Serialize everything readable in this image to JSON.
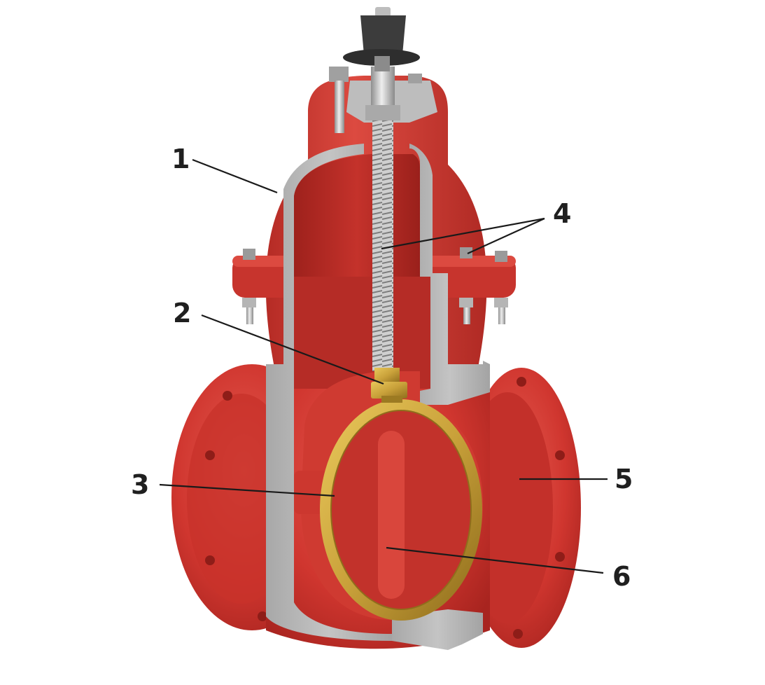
{
  "diagram": {
    "subject": "gate-valve-cutaway",
    "colors": {
      "body_red": "#d0362f",
      "body_red_dark": "#a8241f",
      "body_red_light": "#e0544a",
      "cut_gray": "#b9b9b9",
      "cut_gray_dark": "#9a9a9a",
      "stem_steel": "#c8c8c8",
      "brass": "#c9a13a",
      "brass_dark": "#9c7a22",
      "cap_black": "#3a3a3a",
      "label_color": "#1f1f1f"
    },
    "callouts": [
      {
        "id": "1",
        "label": "1"
      },
      {
        "id": "2",
        "label": "2"
      },
      {
        "id": "3",
        "label": "3"
      },
      {
        "id": "4",
        "label": "4"
      },
      {
        "id": "5",
        "label": "5"
      },
      {
        "id": "6",
        "label": "6"
      }
    ]
  }
}
